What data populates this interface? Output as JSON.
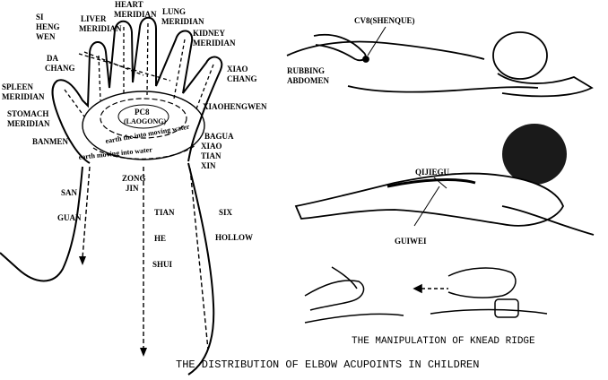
{
  "hand_labels": {
    "si_heng_wen": [
      "SI",
      "HENG",
      "WEN"
    ],
    "liver_meridian": [
      "LIVER",
      "MERIDIAN"
    ],
    "heart_meridian": [
      "HEART",
      "MERIDIAN"
    ],
    "lung_meridian": [
      "LUNG",
      "MERIDIAN"
    ],
    "kidney_meridian": [
      "KIDNEY",
      "MERIDIAN"
    ],
    "da_chang": [
      "DA",
      "CHANG"
    ],
    "xiao_chang": [
      "XIAO",
      "CHANG"
    ],
    "spleen_meridian": [
      "SPLEEN",
      "MERIDIAN"
    ],
    "stomach_meridian": [
      "STOMACH",
      "MERIDIAN"
    ],
    "xiaohengwen": "XIAOHENGWEN",
    "pc8": "PC8",
    "laogong": "(LAOGONG)",
    "bagua": "BAGUA",
    "banmen": "BANMEN",
    "xiao_tian_xin": [
      "XIAO",
      "TIAN",
      "XIN"
    ],
    "earth_into_water": "earth the into moving water",
    "earth_moving_water": "earth moving into water"
  },
  "forearm_labels": {
    "san": "SAN",
    "guan": "GUAN",
    "zong_jin": [
      "ZONG",
      "JIN"
    ],
    "tian": "TIAN",
    "he": "HE",
    "shui": "SHUI",
    "six": "SIX",
    "hollow": "HOLLOW"
  },
  "abdomen_panel": {
    "cv8": "CV8(SHENQUE)",
    "rubbing": [
      "RUBBING",
      "ABDOMEN"
    ]
  },
  "spine_panel": {
    "qijiegu": "QIJIEGU",
    "guiwei": "GUIWEI"
  },
  "ridge_panel": {
    "caption": "THE MANIPULATION OF KNEAD RIDGE"
  },
  "figure_title": "THE DISTRIBUTION OF ELBOW ACUPOINTS IN CHILDREN"
}
